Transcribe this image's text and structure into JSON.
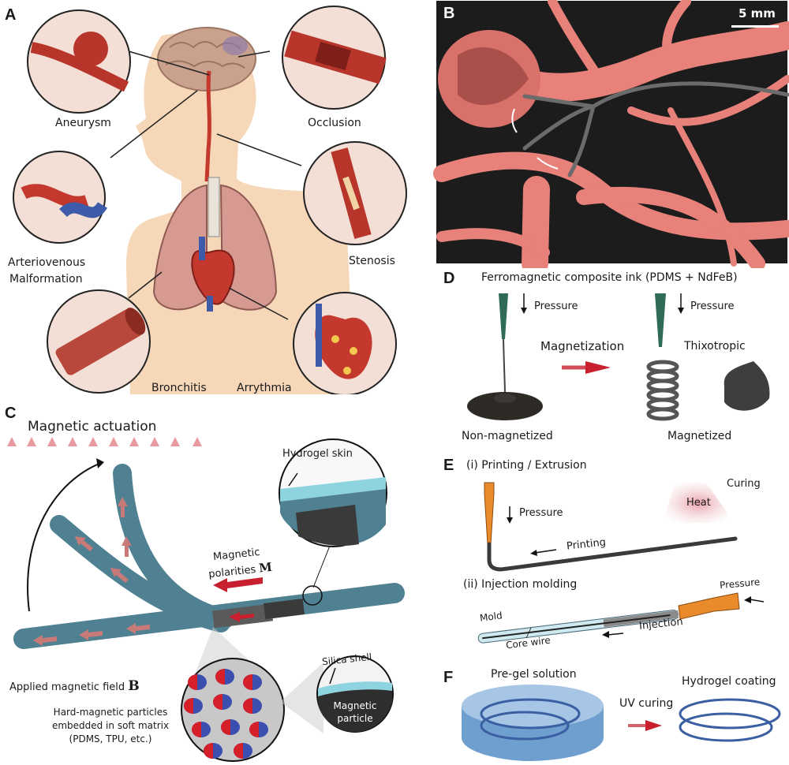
{
  "figure": {
    "panel_a": {
      "label": "A",
      "conditions": [
        {
          "name": "Aneurysm"
        },
        {
          "name": "Occlusion"
        },
        {
          "name": "Arteriovenous Malformation",
          "lines": [
            "Arteriovenous",
            "Malformation"
          ]
        },
        {
          "name": "Stenosis"
        },
        {
          "name": "Bronchitis"
        },
        {
          "name": "Arrythmia"
        }
      ]
    },
    "panel_b": {
      "label": "B",
      "scale_bar": "5 mm"
    },
    "panel_c": {
      "label": "C",
      "title": "Magnetic actuation",
      "hydrogel_skin": "Hydrogel skin",
      "polarities_line1": "Magnetic",
      "polarities_line2": "polarities",
      "polarities_symbol": "M",
      "field_label": "Applied magnetic field",
      "field_symbol": "B",
      "particles_lines": [
        "Hard-magnetic particles",
        "embedded in soft matrix",
        "(PDMS, TPU, etc.)"
      ],
      "silica_shell": "Silica shell",
      "magnetic_particle_lines": [
        "Magnetic",
        "particle"
      ]
    },
    "panel_d": {
      "label": "D",
      "title": "Ferromagnetic composite ink (PDMS + NdFeB)",
      "pressure_left": "Pressure",
      "pressure_right": "Pressure",
      "magnetization": "Magnetization",
      "thixotropic": "Thixotropic",
      "non_magnetized": "Non-magnetized",
      "magnetized": "Magnetized"
    },
    "panel_e": {
      "label": "E",
      "sub_i": "(i)  Printing / Extrusion",
      "pressure_i": "Pressure",
      "printing": "Printing",
      "heat": "Heat",
      "curing": "Curing",
      "sub_ii": "(ii)  Injection molding",
      "pressure_ii": "Pressure",
      "mold": "Mold",
      "core_wire": "Core wire",
      "injection": "Injection"
    },
    "panel_f": {
      "label": "F",
      "pre_gel": "Pre-gel solution",
      "uv_curing": "UV curing",
      "hydrogel_coating": "Hydrogel coating"
    },
    "colors": {
      "skin": "#f6d7b8",
      "vessel": "#e8817a",
      "vessel_dark": "#b8352b",
      "vein": "#3d5ba8",
      "panel_b_bg": "#1c1c1c",
      "robot": "#4f8192",
      "magnet_red": "#c8202e",
      "hydrogel_blue": "#8dd3e0",
      "nozzle_orange": "#e98a2b",
      "nozzle_green": "#2f6b58",
      "gel_blue": "#6f9fcf",
      "coil_blue": "#3b5fa3"
    }
  }
}
